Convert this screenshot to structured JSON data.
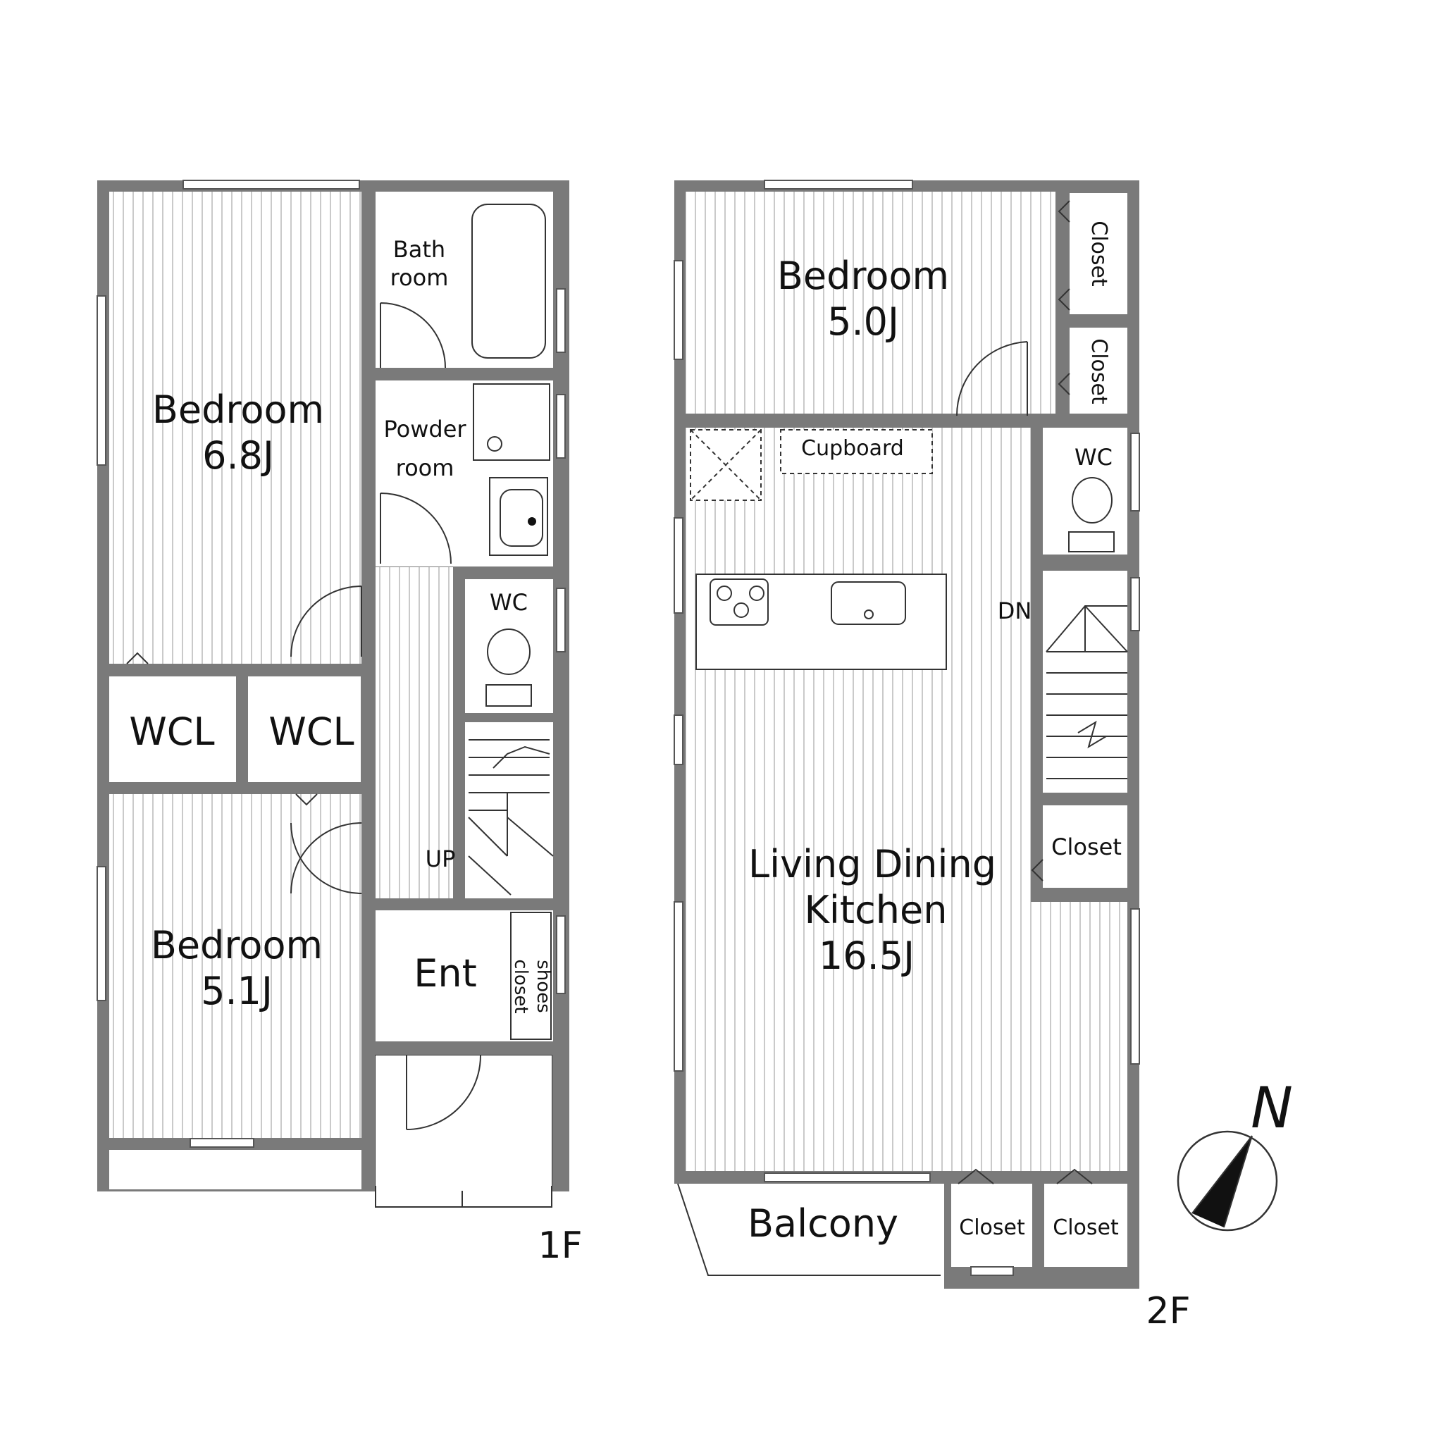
{
  "floor_1": {
    "level_label": "1F",
    "rooms": {
      "bedroom_a": {
        "name": "Bedroom",
        "size": "6.8J"
      },
      "bedroom_b": {
        "name": "Bedroom",
        "size": "5.1J"
      },
      "wcl_1": "WCL",
      "wcl_2": "WCL",
      "bath_1": "Bath",
      "bath_2": "room",
      "powder_1": "Powder",
      "powder_2": "room",
      "wc": "WC",
      "entrance": "Ent",
      "shoes_1": "shoes",
      "shoes_2": "closet",
      "stairs": "UP"
    }
  },
  "floor_2": {
    "level_label": "2F",
    "rooms": {
      "bedroom": {
        "name": "Bedroom",
        "size": "5.0J"
      },
      "closet_top_1": "Closet",
      "closet_top_2": "Closet",
      "cupboard": "Cupboard",
      "wc": "WC",
      "stairs": "DN",
      "ldk": {
        "line_1": "Living Dining",
        "line_2": "Kitchen",
        "size": "16.5J"
      },
      "closet_mid": "Closet",
      "balcony": "Balcony",
      "closet_bottom_1": "Closet",
      "closet_bottom_2": "Closet"
    }
  },
  "compass": {
    "label": "N"
  }
}
